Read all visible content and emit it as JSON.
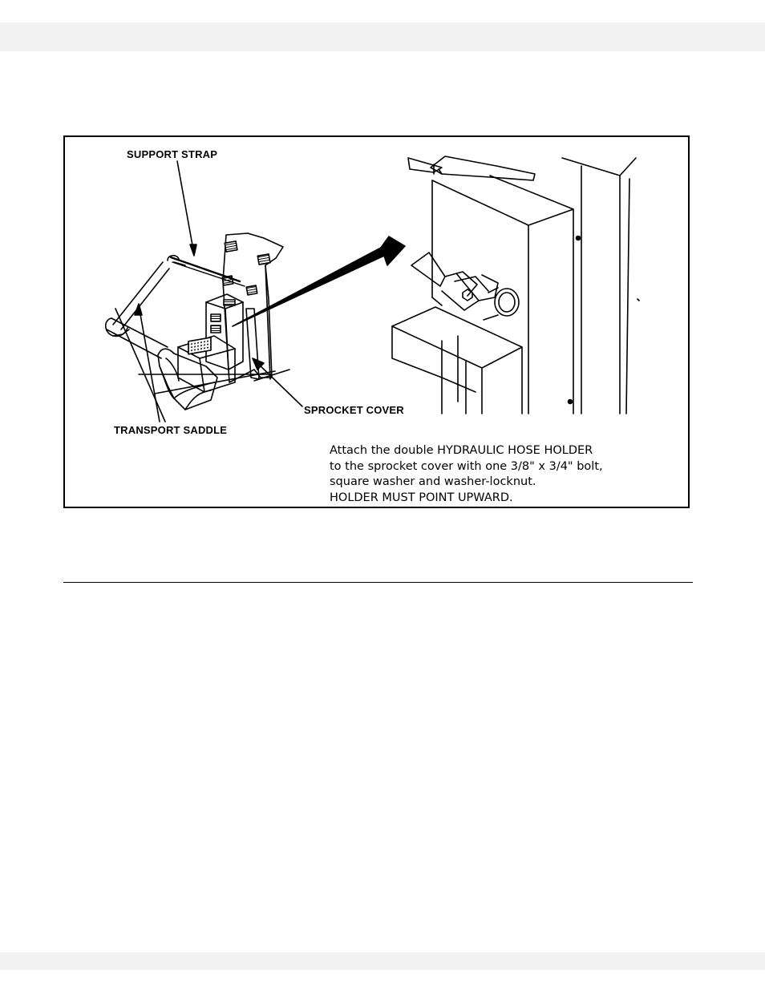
{
  "figure": {
    "callouts": {
      "support_strap": "SUPPORT STRAP",
      "transport_saddle": "TRANSPORT SADDLE",
      "sprocket_cover": "SPROCKET COVER"
    },
    "caption_lines": [
      "Attach the double HYDRAULIC HOSE HOLDER",
      "to the sprocket cover with one 3/8\" x 3/4\" bolt,",
      "square washer and washer-locknut.",
      "HOLDER MUST POINT UPWARD."
    ]
  },
  "colors": {
    "ink": "#000000",
    "band": "#f2f2f2",
    "paper": "#ffffff"
  }
}
